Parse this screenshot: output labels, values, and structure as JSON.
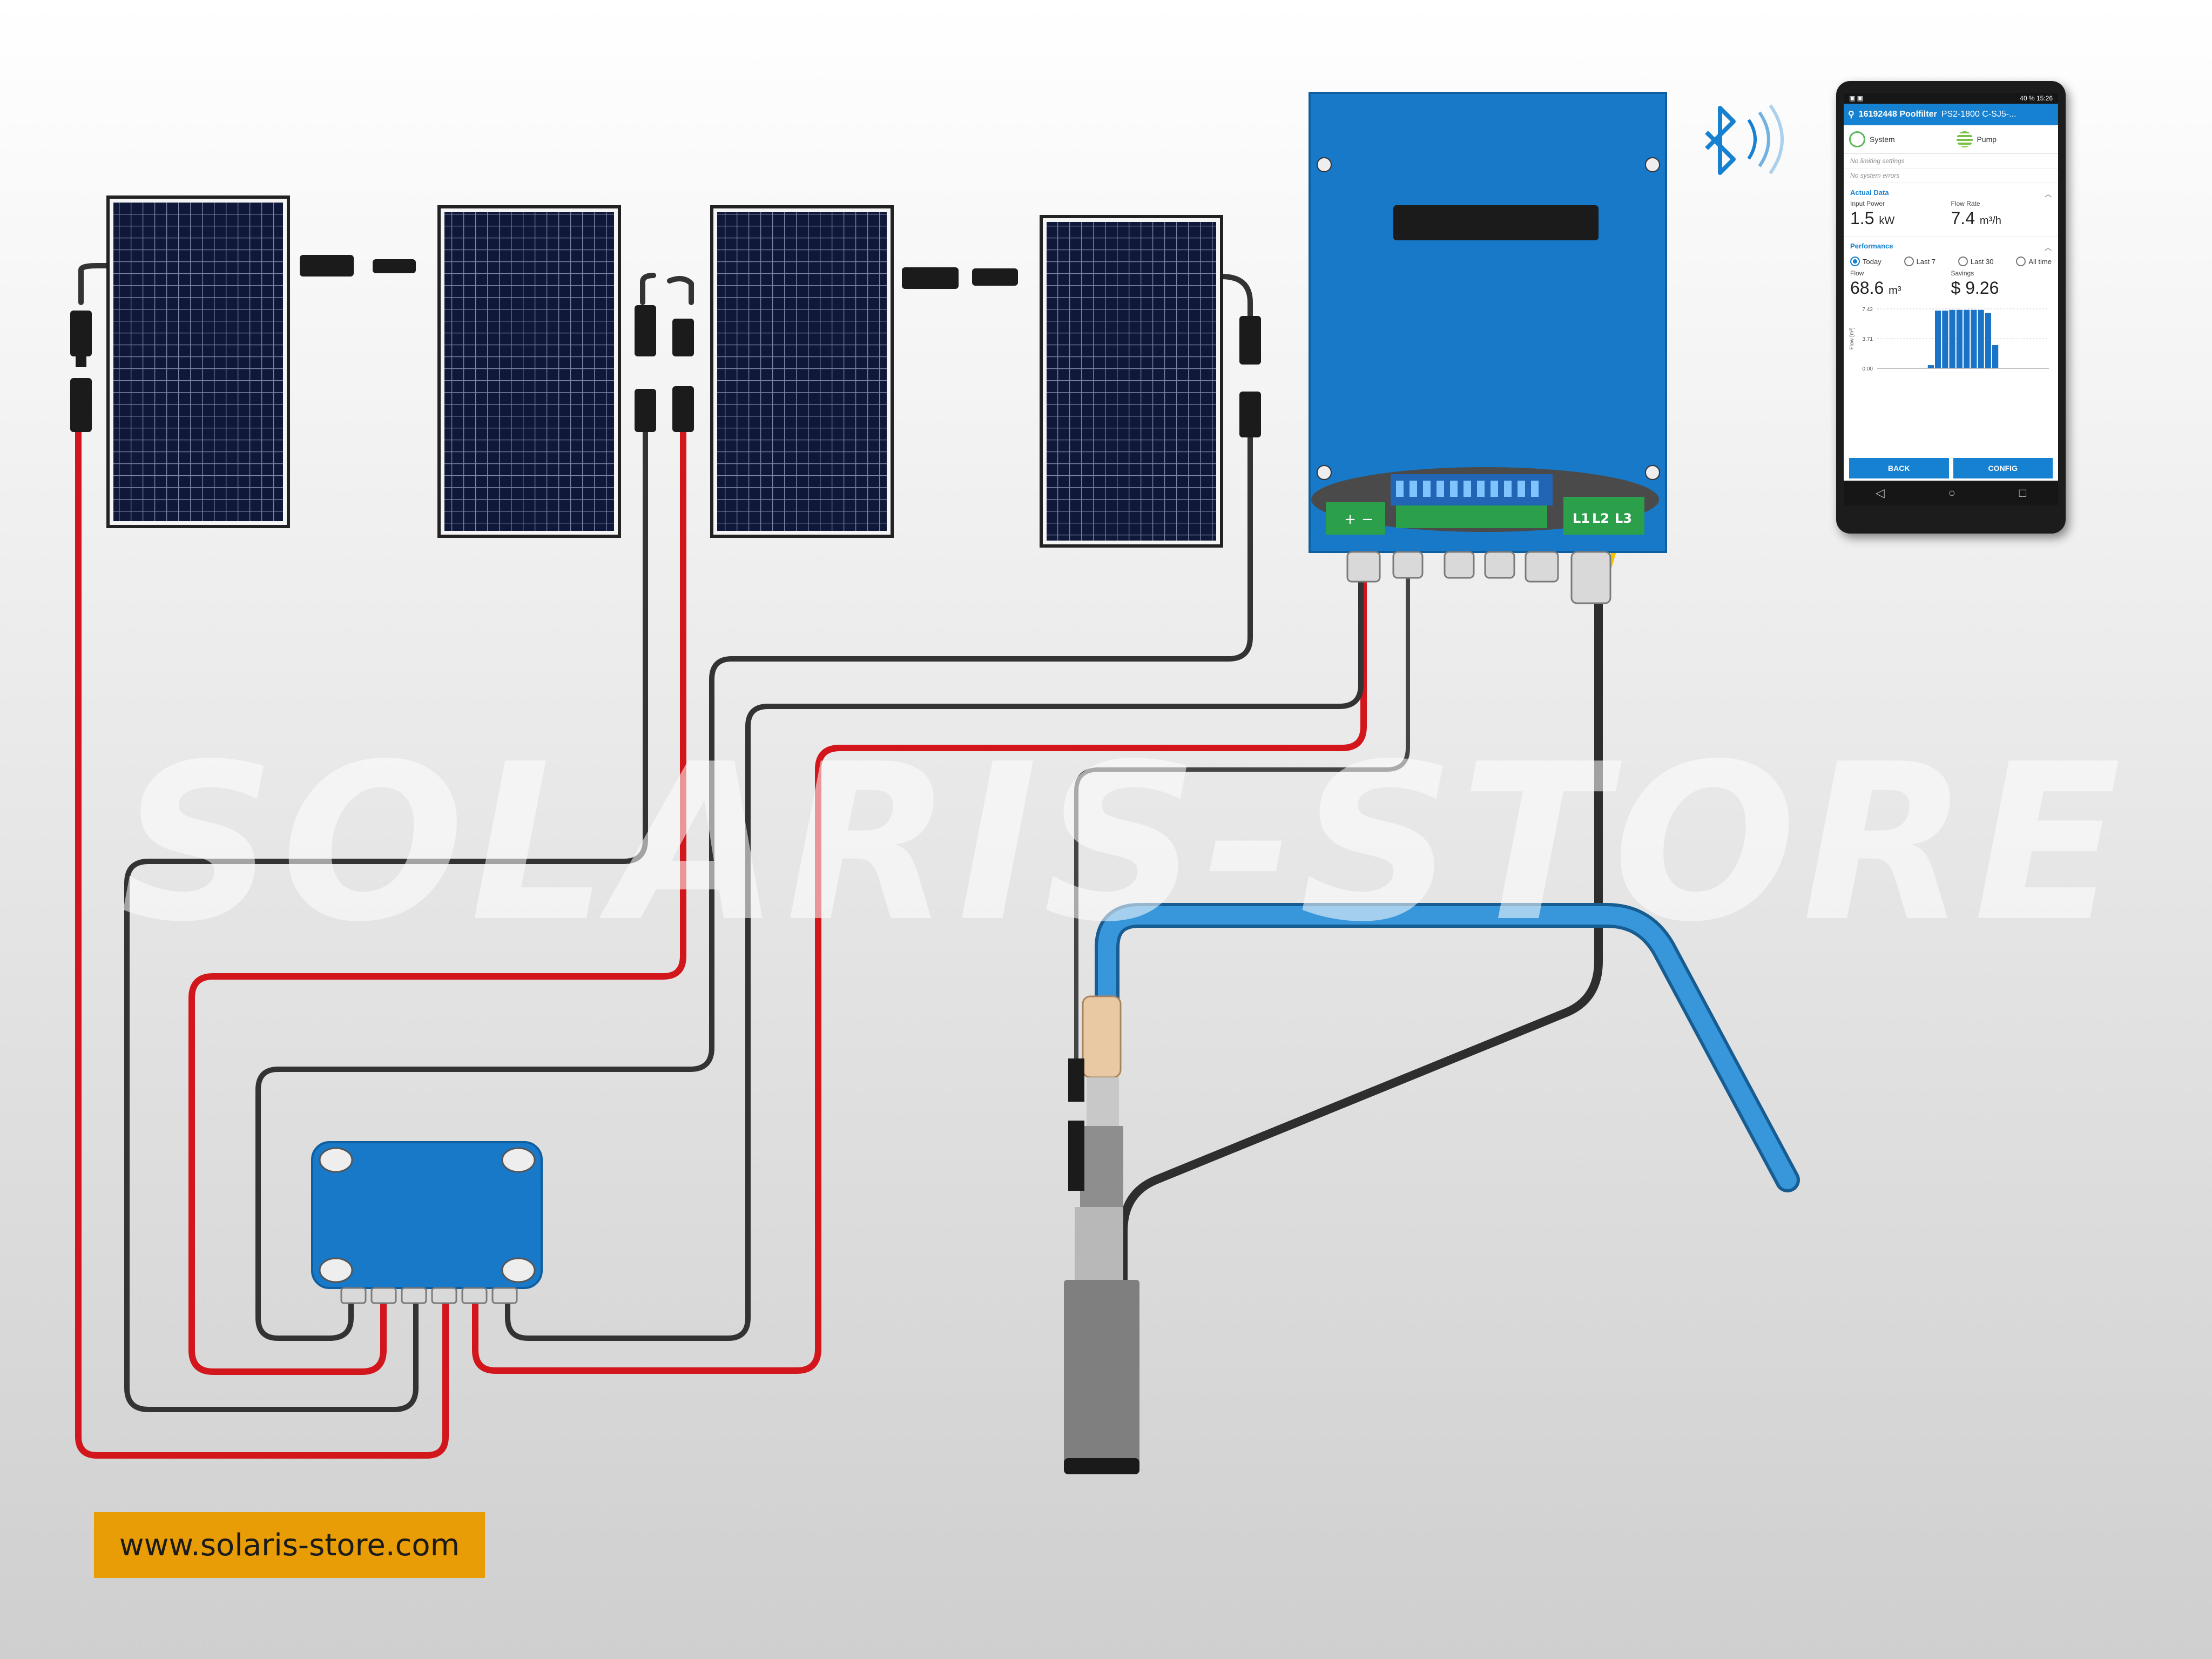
{
  "watermark": "SOLARIS-STORE",
  "website": "www.solaris-store.com",
  "colors": {
    "positive_wire": "#d2161c",
    "negative_wire": "#333333",
    "pipe": "#2f8fd6",
    "controller": "#1779c7",
    "combiner": "#1779c7",
    "badge": "#e89c05"
  },
  "controller": {
    "terminals": {
      "plus": "+",
      "minus": "−",
      "l1": "L1",
      "l2": "L2",
      "l3": "L3"
    }
  },
  "phone": {
    "status": {
      "battery": "40 %",
      "time": "15:26"
    },
    "app_title": "16192448 Poolfilter",
    "device": "PS2-1800 C-SJ5-...",
    "tabs": [
      {
        "label": "System",
        "icon": "power-icon"
      },
      {
        "label": "Pump",
        "icon": "pump-icon"
      }
    ],
    "notes": [
      "No limiting settings",
      "No system errors"
    ],
    "actual": {
      "title": "Actual Data",
      "input_power_label": "Input Power",
      "input_power_value": "1.5",
      "input_power_unit": "kW",
      "flow_rate_label": "Flow Rate",
      "flow_rate_value": "7.4",
      "flow_rate_unit": "m³/h"
    },
    "performance": {
      "title": "Performance",
      "options": [
        "Today",
        "Last 7",
        "Last 30",
        "All time"
      ],
      "selected": "Today",
      "flow_label": "Flow",
      "flow_value": "68.6",
      "flow_unit": "m³",
      "savings_label": "Savings",
      "savings_value": "$ 9.26"
    },
    "buttons": {
      "back": "BACK",
      "config": "CONFIG"
    },
    "nav": {
      "back": "◁",
      "home": "○",
      "recent": "□"
    }
  },
  "chart_data": {
    "type": "bar",
    "ylabel": "Flow [m³]",
    "yticks": [
      "0.00",
      "3.71",
      "7.42"
    ],
    "ylim": [
      0,
      7.42
    ],
    "values": [
      0.4,
      7.2,
      7.2,
      7.3,
      7.3,
      7.3,
      7.3,
      7.3,
      6.9,
      2.9
    ]
  }
}
